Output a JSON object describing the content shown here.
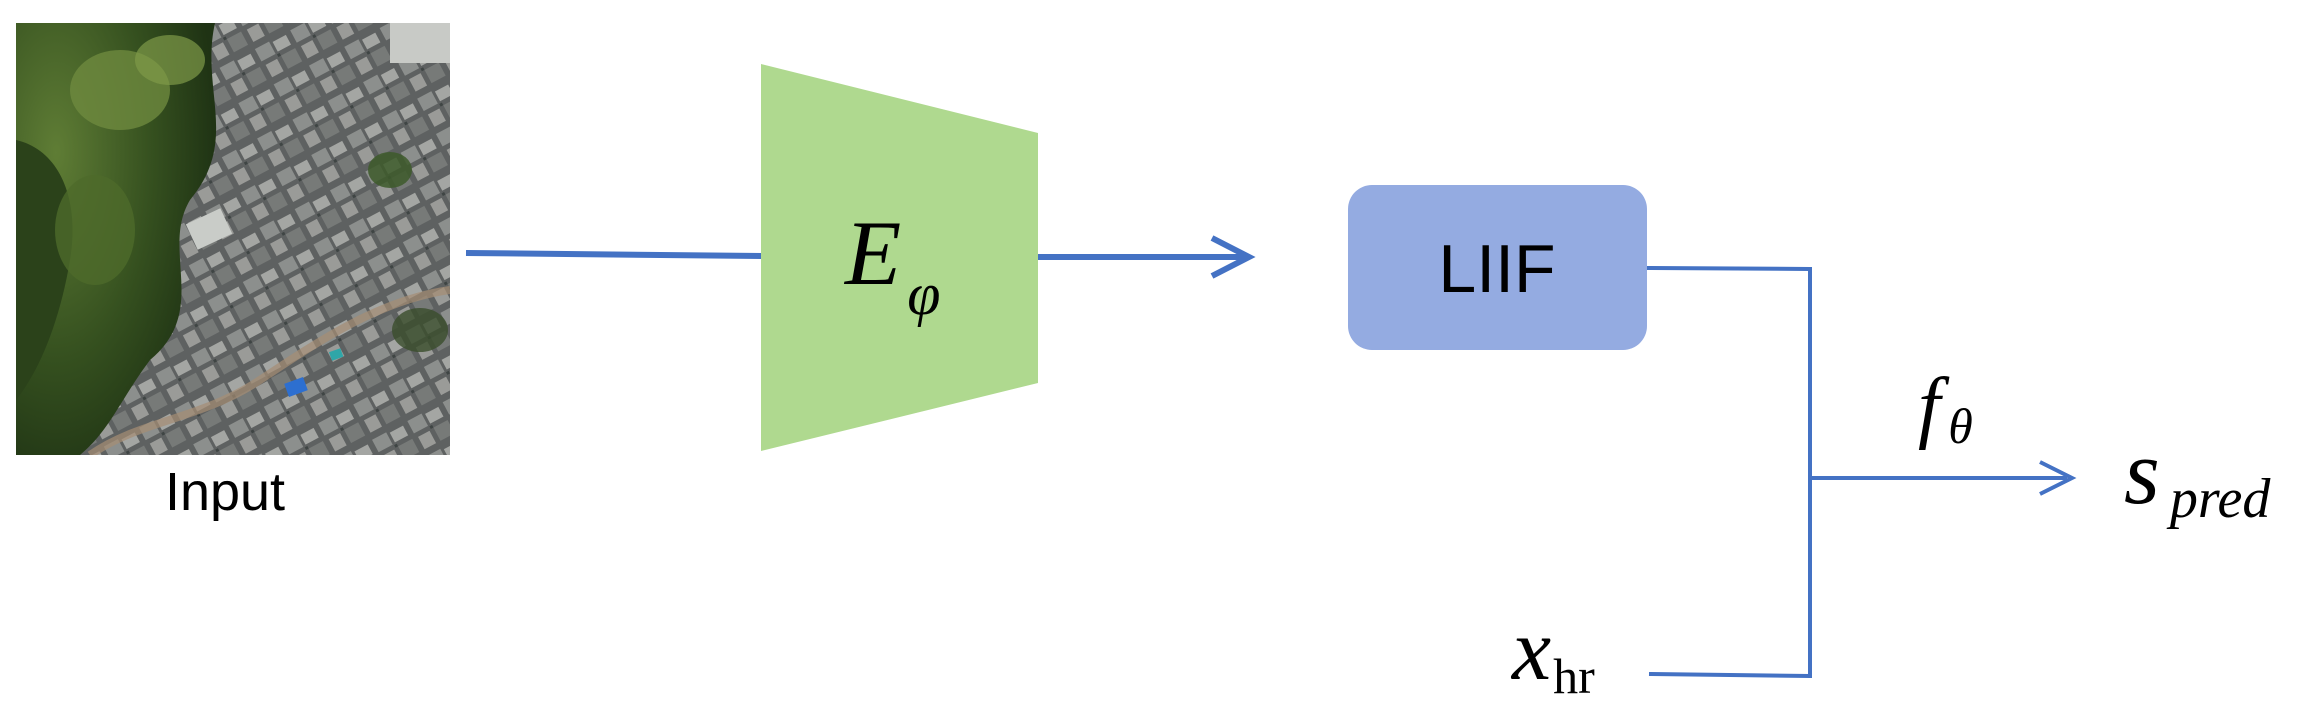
{
  "input": {
    "label": "Input",
    "image_alt": "aerial photo of village rooftops and trees"
  },
  "encoder": {
    "symbol": "E",
    "subscript": "φ",
    "fill": "#afd98f"
  },
  "liif": {
    "label": "LIIF",
    "fill": "#94abe1"
  },
  "function": {
    "symbol": "f",
    "subscript": "θ"
  },
  "output": {
    "symbol": "s",
    "subscript": "pred"
  },
  "hr_input": {
    "symbol": "x",
    "subscript": "hr"
  },
  "colors": {
    "arrow": "#4472c4",
    "text": "#000000"
  }
}
